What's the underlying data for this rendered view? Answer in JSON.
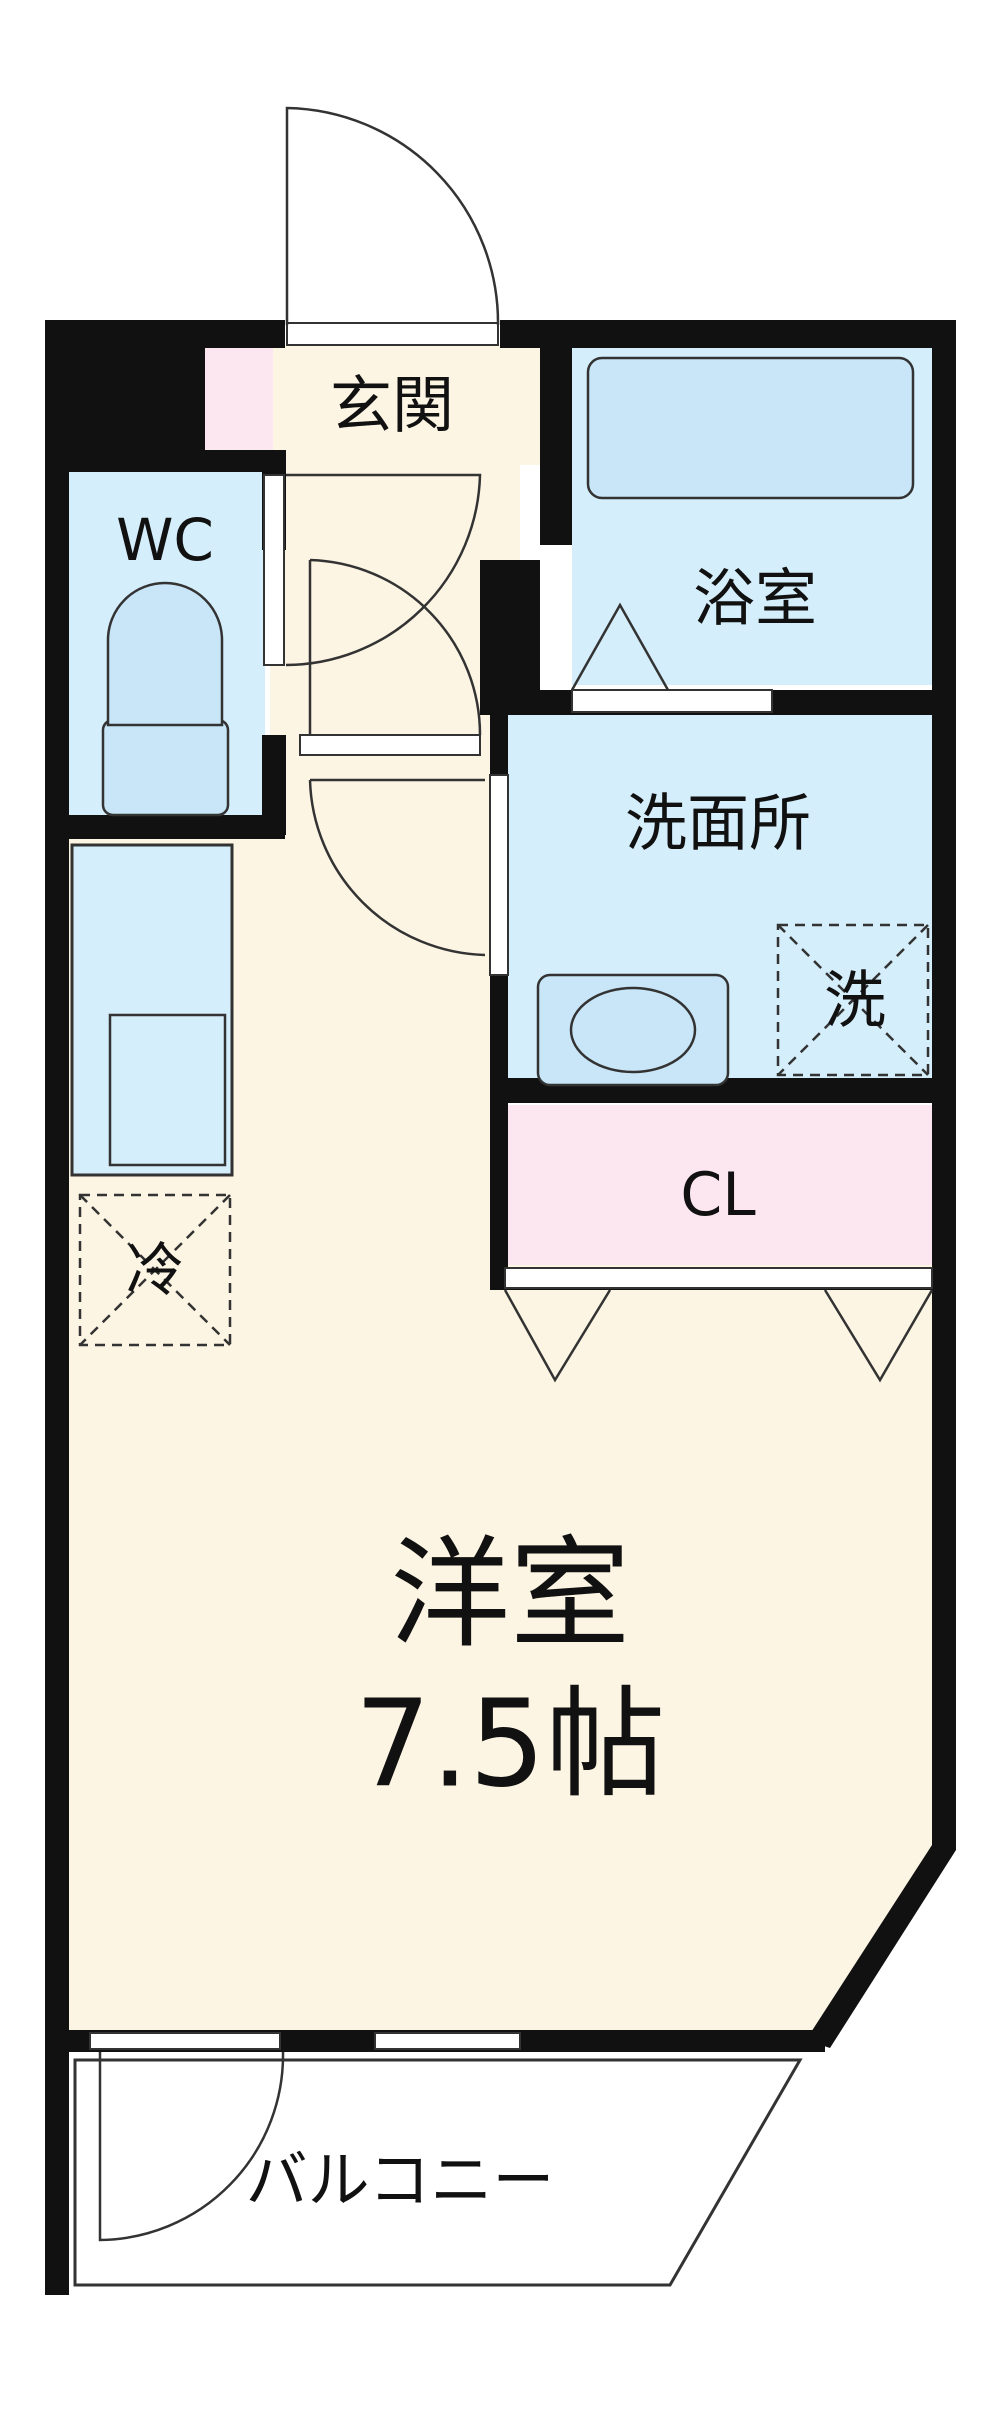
{
  "rooms": {
    "entrance": "玄関",
    "wc": "WC",
    "bath": "浴室",
    "washroom": "洗面所",
    "washer": "洗",
    "closet": "CL",
    "fridge": "冷",
    "western_room": "洋室",
    "western_room_size": "7.5帖",
    "balcony": "バルコニー"
  },
  "colors": {
    "wall": "#111111",
    "living_floor": "#fdf5e4",
    "wet_area": "#d5eefb",
    "closet": "#fce6ef",
    "fixture": "#c8e6f7",
    "outline": "#333333"
  }
}
